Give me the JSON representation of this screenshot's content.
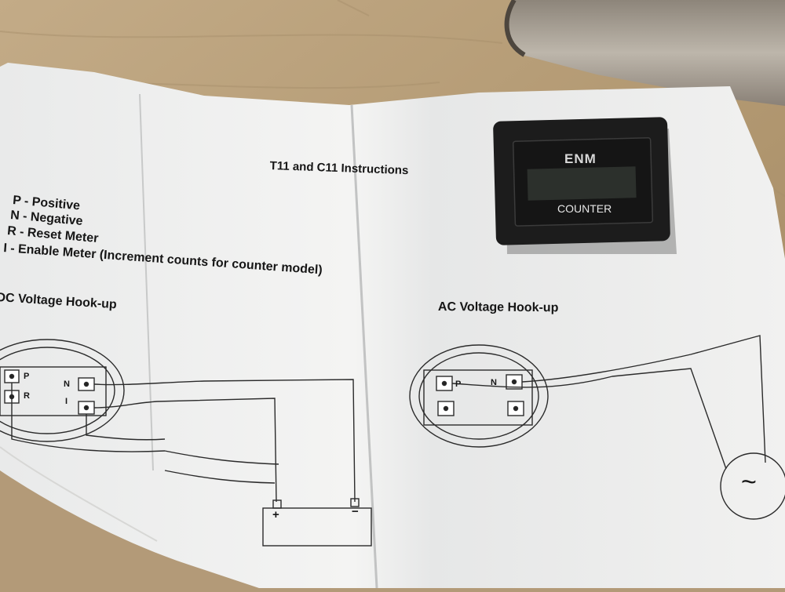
{
  "sheet": {
    "title": "T11 and C11 Instructions",
    "legend": [
      "P - Positive",
      "N - Negative",
      "R - Reset Meter",
      "I - Enable Meter (Increment counts for counter model)"
    ],
    "dc_heading": "DC Voltage Hook-up",
    "ac_heading": "AC Voltage Hook-up"
  },
  "dc_diagram": {
    "pin_p": "P",
    "pin_n": "N",
    "pin_r": "R",
    "pin_i": "I",
    "battery_plus": "+",
    "battery_minus": "−"
  },
  "ac_diagram": {
    "pin_p": "P",
    "pin_n": "N",
    "source_symbol": "~"
  },
  "device": {
    "brand": "ENM",
    "model_label": "COUNTER"
  },
  "colors": {
    "table": "#b39a78",
    "paper": "#f2f2f0",
    "ink": "#161616",
    "device_body": "#1c1c1c"
  }
}
